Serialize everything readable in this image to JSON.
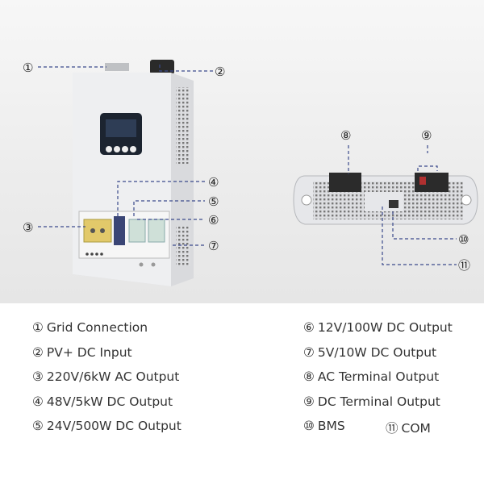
{
  "callouts": [
    {
      "num": "①",
      "label": "Grid Connection"
    },
    {
      "num": "②",
      "label": "PV+ DC Input"
    },
    {
      "num": "③",
      "label": "220V/6kW AC Output"
    },
    {
      "num": "④",
      "label": "48V/5kW DC Output"
    },
    {
      "num": "⑤",
      "label": "24V/500W DC Output"
    },
    {
      "num": "⑥",
      "label": "12V/100W DC Output"
    },
    {
      "num": "⑦",
      "label": "5V/10W DC Output"
    },
    {
      "num": "⑧",
      "label": "AC Terminal Output"
    },
    {
      "num": "⑨",
      "label": "DC Terminal Output"
    },
    {
      "num": "⑩",
      "label": "BMS"
    },
    {
      "num": "⑪",
      "label": "COM"
    }
  ],
  "colors": {
    "callout_line": "#3b4a8c",
    "device_body": "#e9eaec",
    "screen": "#1c2430"
  }
}
